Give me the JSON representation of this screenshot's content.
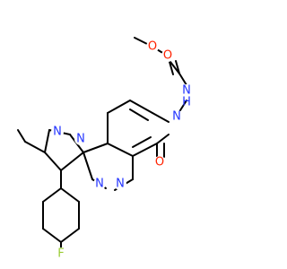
{
  "colors": {
    "nitrogen": "#2233ff",
    "oxygen": "#ff2200",
    "fluorine": "#99cc33",
    "carbon": "#000000"
  },
  "atoms": {
    "n_pyrazole_1": "N",
    "n_pyrazole_2": "N",
    "n_triazine_1": "N",
    "n_triazine_2": "N",
    "n_pyridone": "N",
    "nh_amide": "N",
    "h_amide": "H",
    "o_ketone": "O",
    "o_amide": "O",
    "o_ether": "O",
    "f_substituent": "F"
  }
}
